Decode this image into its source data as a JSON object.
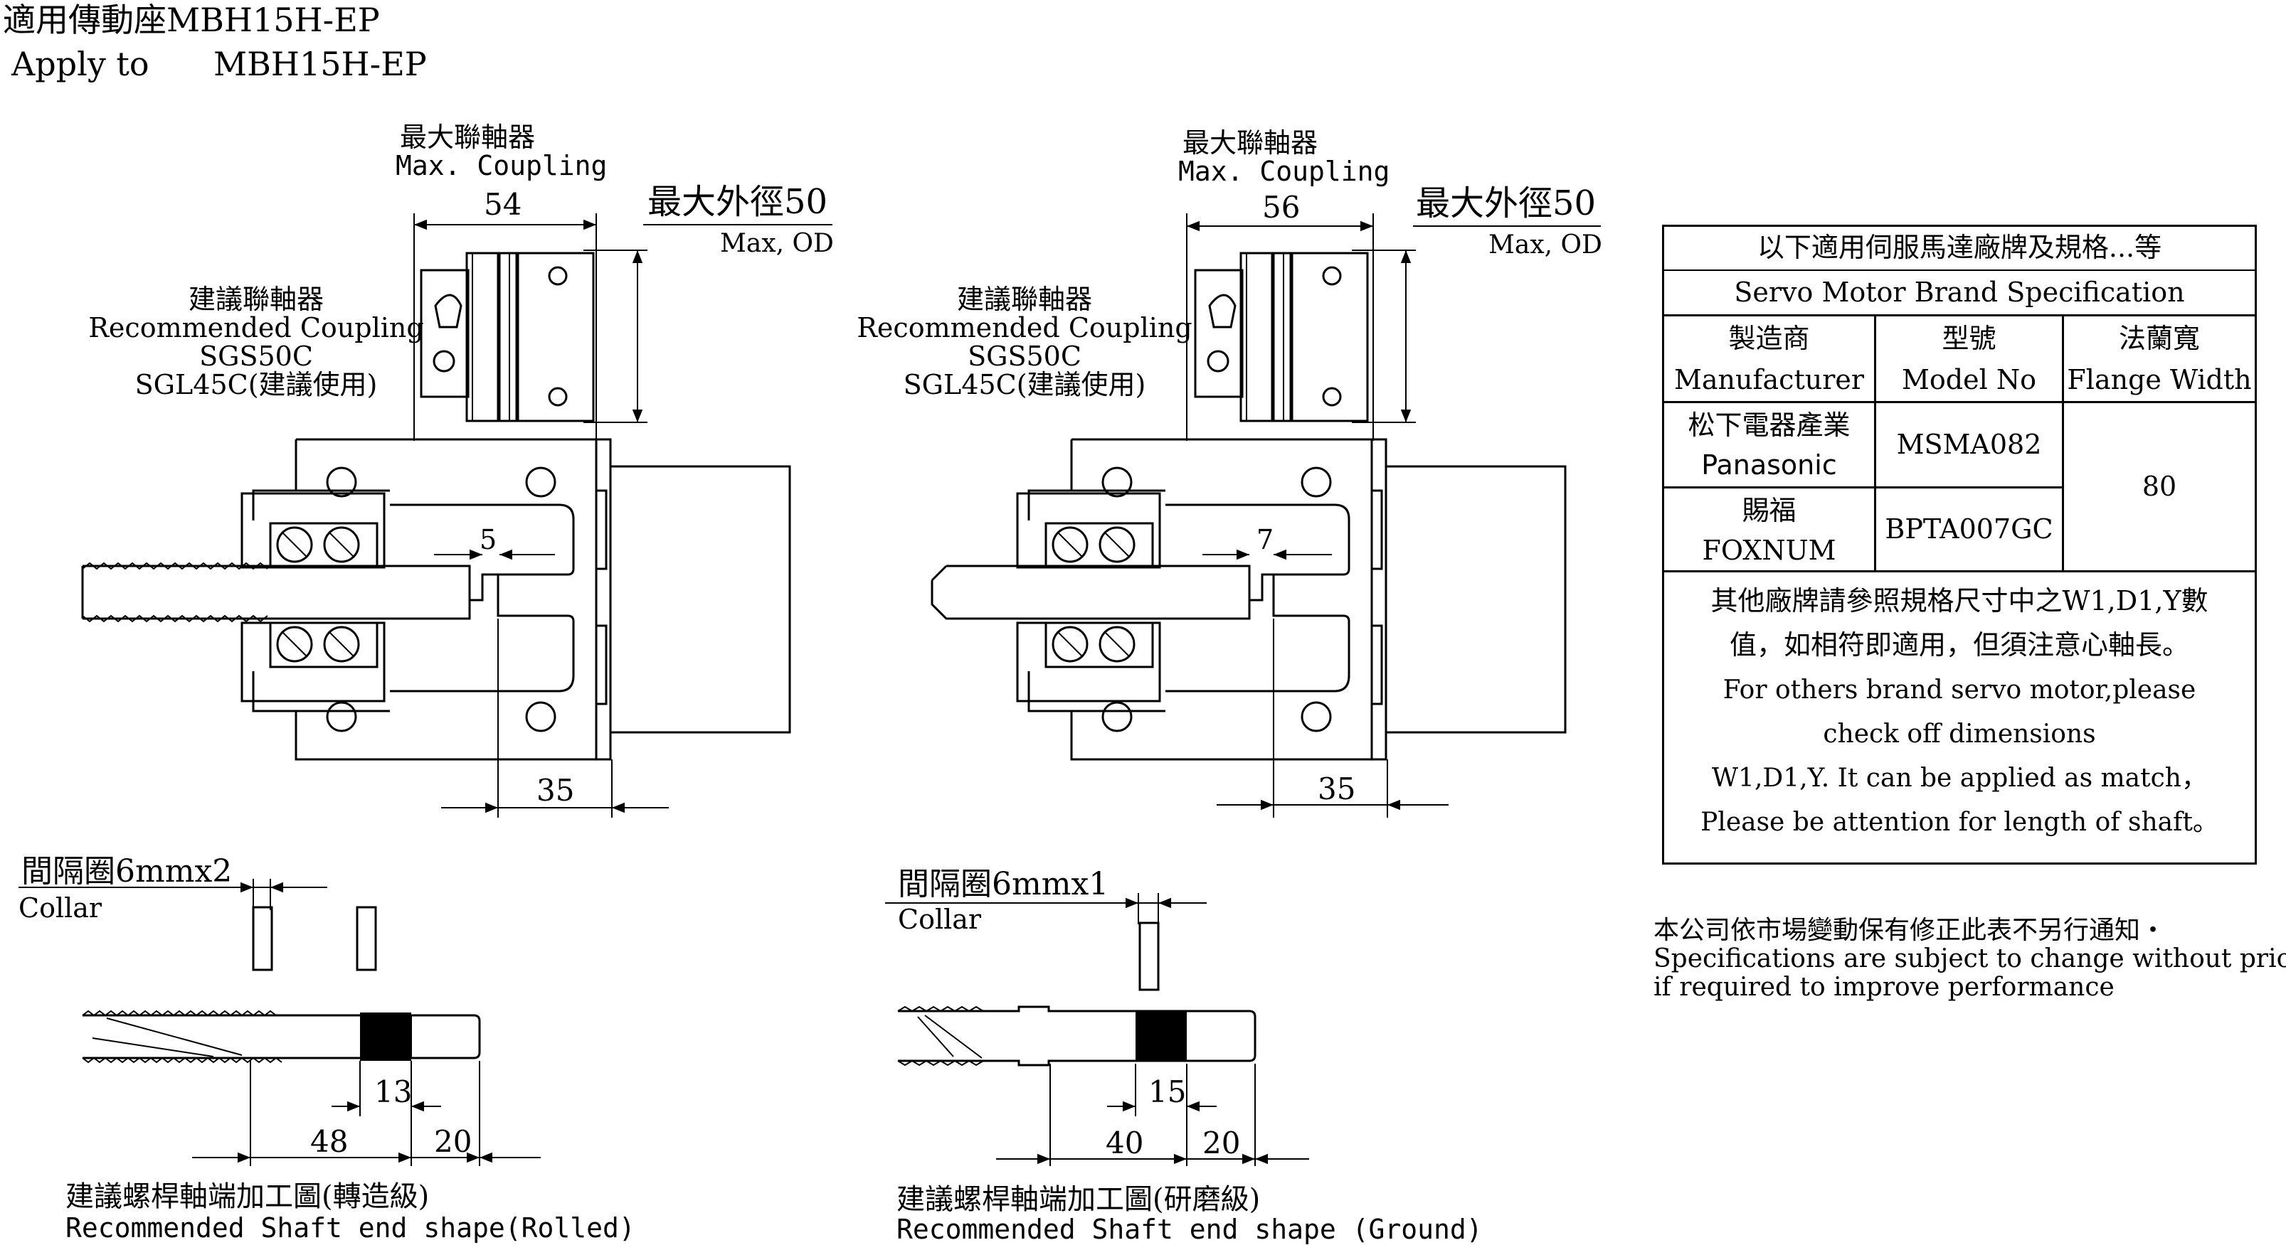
{
  "header": {
    "title_zh": "適用傳動座MBH15H-EP",
    "apply_label": "Apply to",
    "apply_model": "MBH15H-EP"
  },
  "left_view": {
    "max_coupling_zh": "最大聯軸器",
    "max_coupling_en": "Max. Coupling",
    "coupling_dim": "54",
    "max_od_zh": "最大外徑50",
    "max_od_en": "Max, OD",
    "rec_zh": "建議聯軸器",
    "rec_en": "Recommended Coupling",
    "rec_model1": "SGS50C",
    "rec_model2": "SGL45C(建議使用)",
    "gap_dim": "5",
    "depth_dim": "35",
    "collar_zh": "間隔圈6mmx2",
    "collar_en": "Collar",
    "shaft_dim_a": "13",
    "shaft_dim_b": "48",
    "shaft_dim_c": "20",
    "shaft_caption_zh": "建議螺桿軸端加工圖(轉造級)",
    "shaft_caption_en": "Recommended Shaft end shape(Rolled)"
  },
  "right_view": {
    "max_coupling_zh": "最大聯軸器",
    "max_coupling_en": "Max. Coupling",
    "coupling_dim": "56",
    "max_od_zh": "最大外徑50",
    "max_od_en": "Max, OD",
    "rec_zh": "建議聯軸器",
    "rec_en": "Recommended Coupling",
    "rec_model1": "SGS50C",
    "rec_model2": "SGL45C(建議使用)",
    "gap_dim": "7",
    "depth_dim": "35",
    "collar_zh": "間隔圈6mmx1",
    "collar_en": "Collar",
    "shaft_dim_a": "15",
    "shaft_dim_b": "40",
    "shaft_dim_c": "20",
    "shaft_caption_zh": "建議螺桿軸端加工圖(研磨級)",
    "shaft_caption_en": "Recommended Shaft end shape (Ground)"
  },
  "spec_table": {
    "title_zh": "以下適用伺服馬達廠牌及規格...等",
    "title_en": "Servo Motor Brand Specification",
    "headers": [
      {
        "zh": "製造商",
        "en": "Manufacturer"
      },
      {
        "zh": "型號",
        "en": "Model No"
      },
      {
        "zh": "法蘭寬",
        "en": "Flange Width"
      }
    ],
    "rows": [
      {
        "maker_zh": "松下電器產業",
        "maker_en": "Panasonic",
        "model": "MSMA082"
      },
      {
        "maker_zh": "賜福",
        "maker_en": "FOXNUM",
        "model": "BPTA007GC"
      }
    ],
    "flange_width": "80",
    "note_zh_1": "其他廠牌請參照規格尺寸中之W1,D1,Y數",
    "note_zh_2": "值，如相符即適用，但須注意心軸長。",
    "note_en_1": "For others brand servo motor,please",
    "note_en_2": "check off dimensions",
    "note_en_3": "W1,D1,Y. It can be applied as match，",
    "note_en_4": "Please be attention for length of shaft。"
  },
  "footer_note": {
    "zh": "本公司依市場變動保有修正此表不另行通知・",
    "en_1": "Specifications are subject to change without prior notice",
    "en_2": " if required to improve performance"
  }
}
